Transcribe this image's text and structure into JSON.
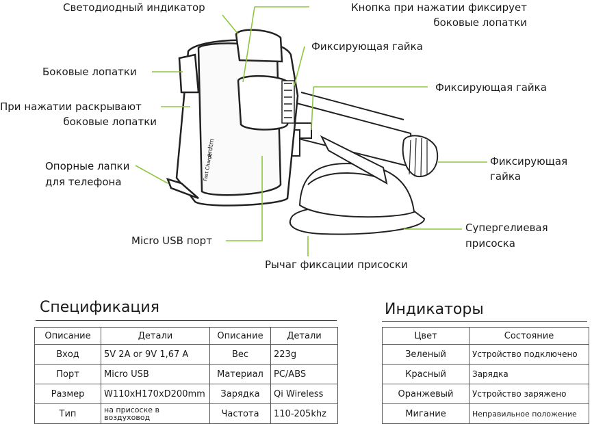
{
  "callouts": {
    "led": "Светодиодный индикатор",
    "button_line1": "Кнопка при нажатии фиксирует",
    "button_line2": "боковые лопатки",
    "nut1": "Фиксирующая гайка",
    "side_blades": "Боковые лопатки",
    "nut2": "Фиксирующая гайка",
    "press_line1": "При нажатии раскрывают",
    "press_line2": "боковые лопатки",
    "nut3_line1": "Фиксирующая",
    "nut3_line2": "гайка",
    "feet_line1": "Опорные лапки",
    "feet_line2": "для телефона",
    "suction_line1": "Супергелиевая",
    "suction_line2": "присоска",
    "usb": "Micro USB порт",
    "lever": "Рычаг фиксации присоски"
  },
  "device_text": {
    "brand": "erdtm",
    "fast_charge": "Fast Charge"
  },
  "spec": {
    "title": "Спецификация",
    "headers": [
      "Описание",
      "Детали",
      "Описание",
      "Детали"
    ],
    "rows": [
      [
        "Вход",
        "5V 2A or 9V 1,67 A",
        "Вес",
        "223g"
      ],
      [
        "Порт",
        "Micro USB",
        "Материал",
        "PC/ABS"
      ],
      [
        "Размер",
        "W110xH170xD200mm",
        "Зарядка",
        "Qi Wireless"
      ],
      [
        "Тип",
        "на присоске в воздуховод",
        "Частота",
        "110-205khz"
      ]
    ]
  },
  "indicators": {
    "title": "Индикаторы",
    "headers": [
      "Цвет",
      "Состояние"
    ],
    "rows": [
      [
        "Зеленый",
        "Устройство подключено"
      ],
      [
        "Красный",
        "Зарядка"
      ],
      [
        "Оранжевый",
        "Устройство заряжено"
      ],
      [
        "Мигание",
        "Неправильное положение"
      ]
    ]
  },
  "colors": {
    "leader": "#8dc63f",
    "outline": "#222222"
  }
}
